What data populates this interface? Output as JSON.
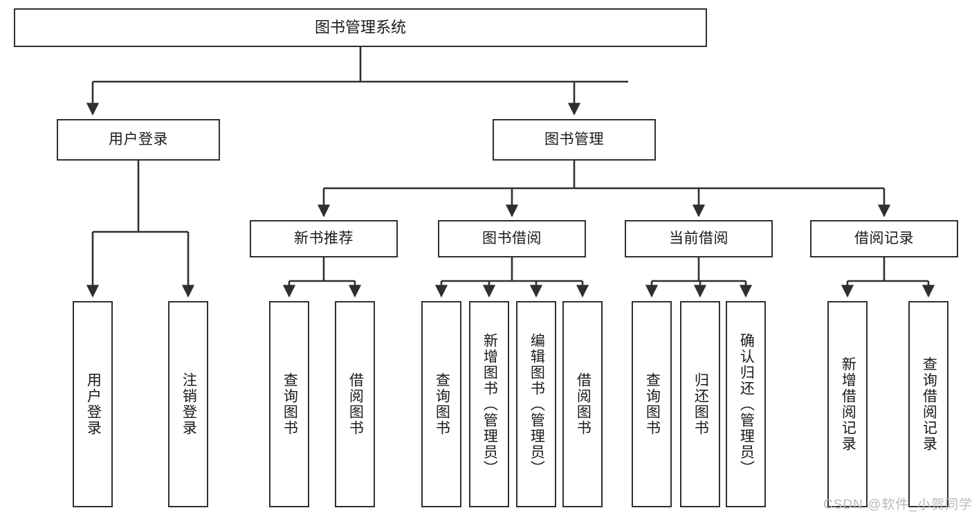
{
  "diagram": {
    "title": "图书管理系统",
    "watermark": "CSDN @软件_小贺同学",
    "line_color": "#2f2f2f",
    "box_fill": "#ffffff",
    "text_color": "#1a1a1a",
    "watermark_color": "#b9b9b9",
    "root": {
      "label": "图书管理系统"
    },
    "level2": [
      {
        "label": "用户登录"
      },
      {
        "label": "图书管理"
      }
    ],
    "level3": [
      {
        "label": "新书推荐"
      },
      {
        "label": "图书借阅"
      },
      {
        "label": "当前借阅"
      },
      {
        "label": "借阅记录"
      }
    ],
    "leaves": [
      {
        "label": "用户登录",
        "parent": "用户登录"
      },
      {
        "label": "注销登录",
        "parent": "用户登录"
      },
      {
        "label": "查询图书",
        "parent": "新书推荐"
      },
      {
        "label": "借阅图书",
        "parent": "新书推荐"
      },
      {
        "label": "查询图书",
        "parent": "图书借阅"
      },
      {
        "label": "新增图书（管理员）",
        "parent": "图书借阅"
      },
      {
        "label": "编辑图书（管理员）",
        "parent": "图书借阅"
      },
      {
        "label": "借阅图书",
        "parent": "图书借阅"
      },
      {
        "label": "查询图书",
        "parent": "当前借阅"
      },
      {
        "label": "归还图书",
        "parent": "当前借阅"
      },
      {
        "label": "确认归还（管理员）",
        "parent": "当前借阅"
      },
      {
        "label": "新增借阅记录",
        "parent": "借阅记录"
      },
      {
        "label": "查询借阅记录",
        "parent": "借阅记录"
      }
    ]
  }
}
